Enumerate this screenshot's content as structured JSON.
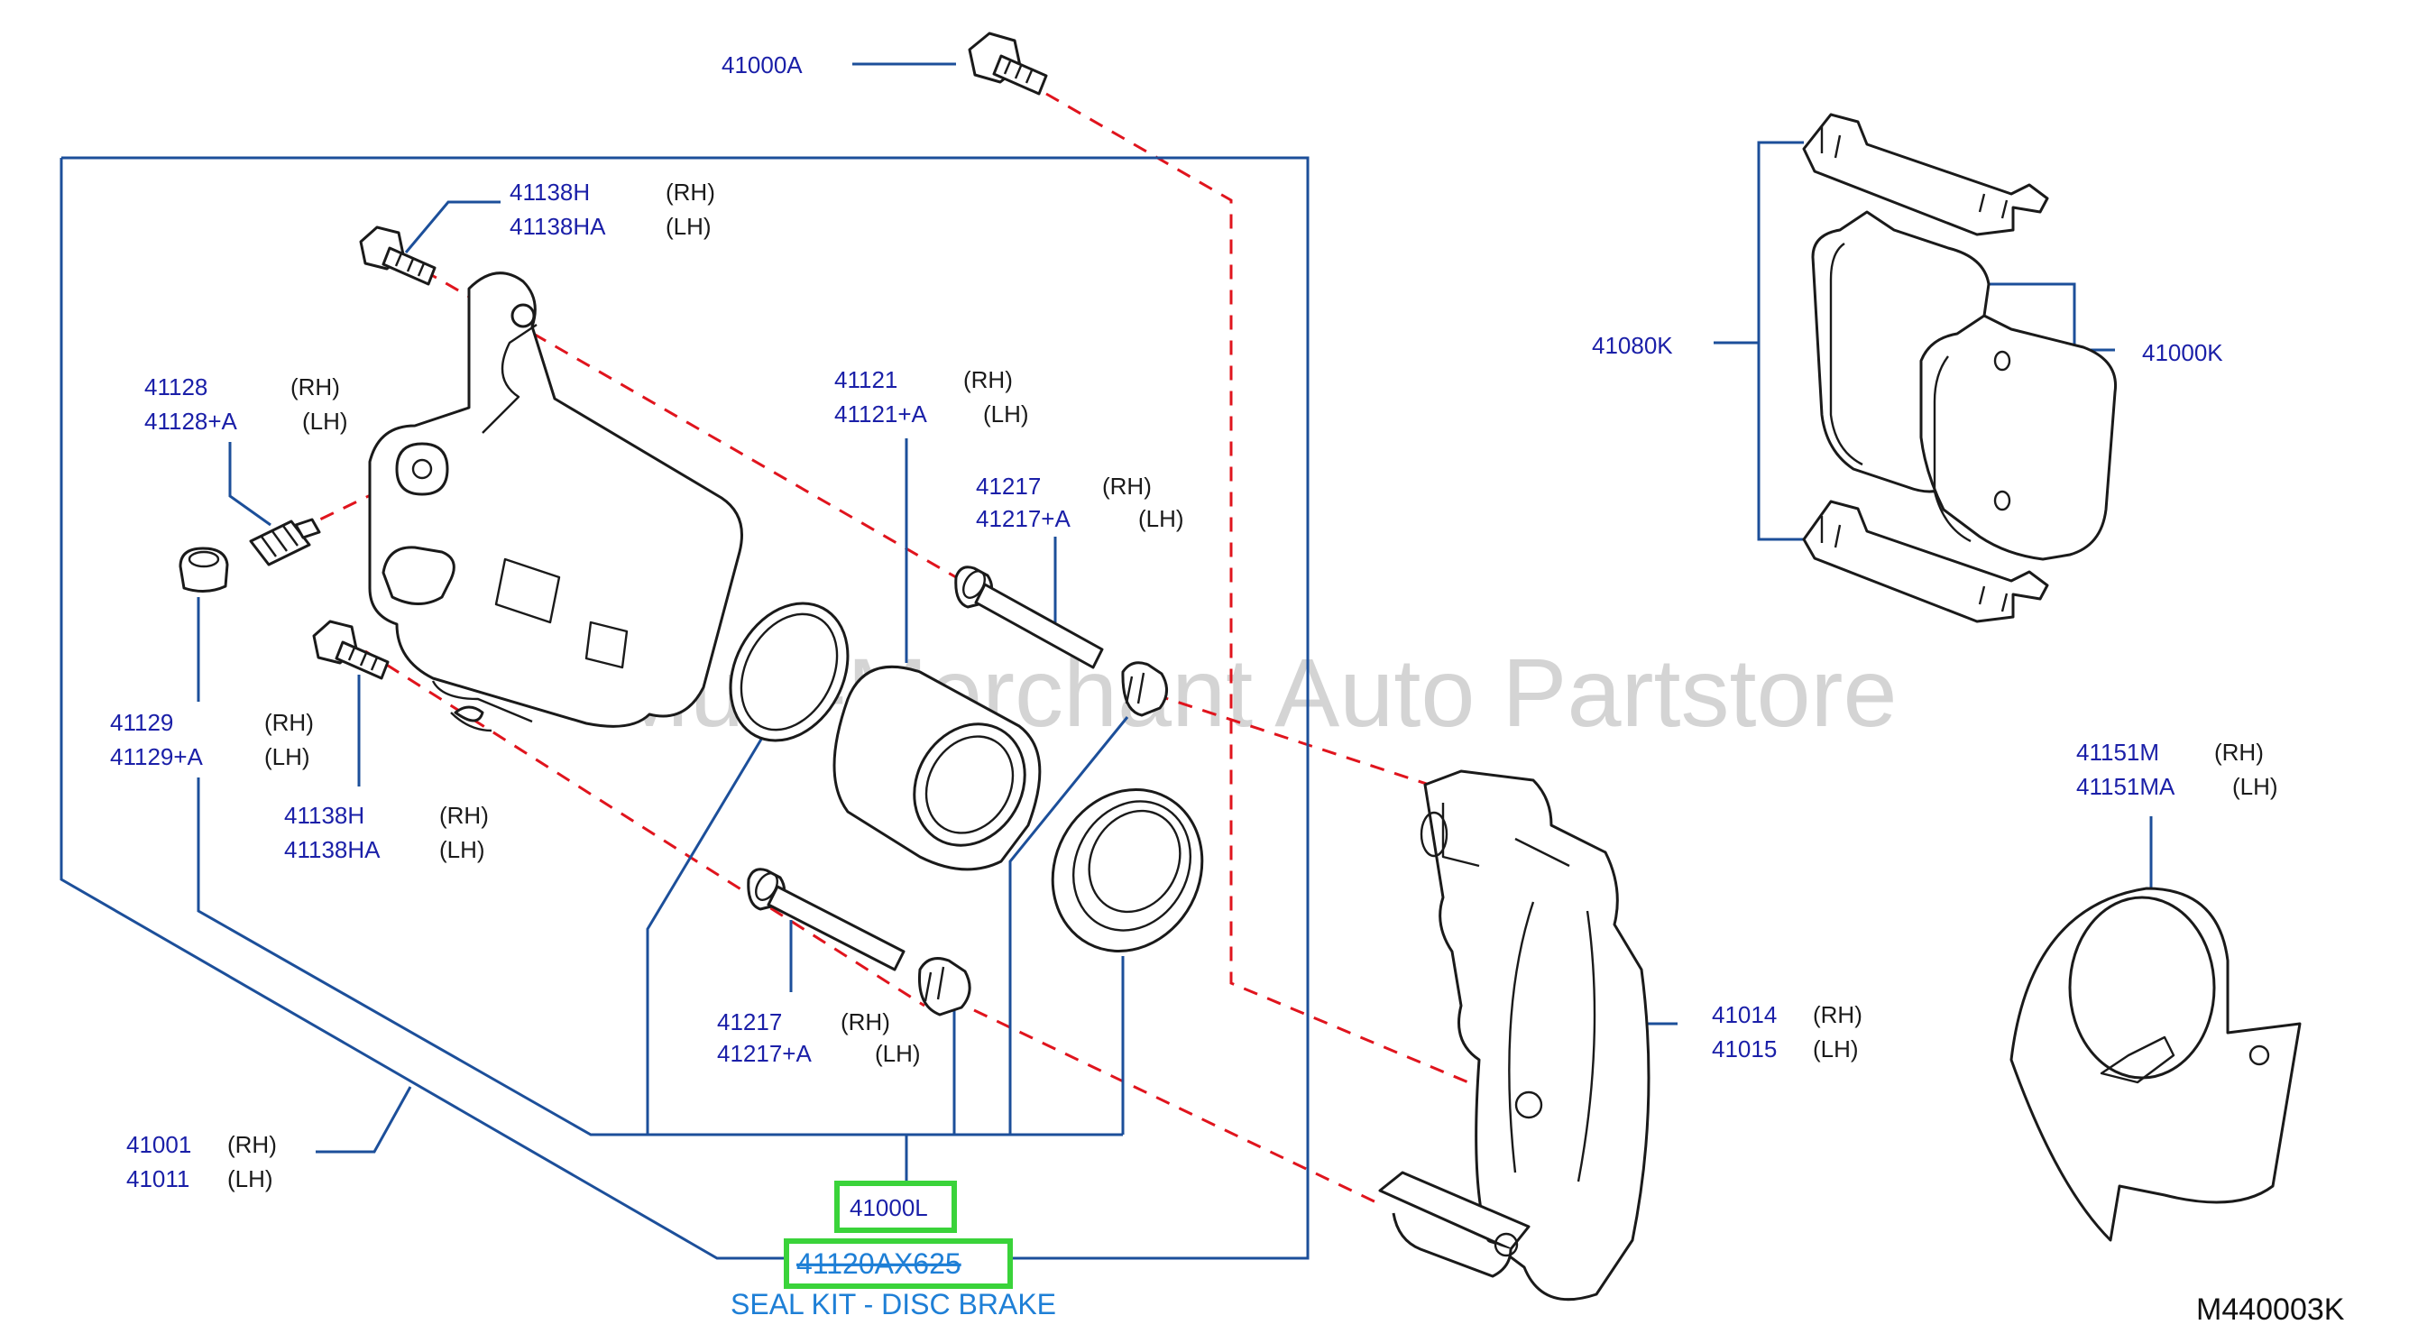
{
  "diagram_code": "M440003K",
  "watermark": "Multi-Merchant Auto Partstore",
  "callouts": {
    "c41000A": {
      "part": "41000A"
    },
    "c41138H_top": {
      "part1": "41138H",
      "side1": "(RH)",
      "part2": "41138HA",
      "side2": "(LH)"
    },
    "c41128": {
      "part1": "41128",
      "side1": "(RH)",
      "part2": "41128+A",
      "side2": "(LH)"
    },
    "c41121": {
      "part1": "41121",
      "side1": "(RH)",
      "part2": "41121+A",
      "side2": "(LH)"
    },
    "c41217_top": {
      "part1": "41217",
      "side1": "(RH)",
      "part2": "41217+A",
      "side2": "(LH)"
    },
    "c41129": {
      "part1": "41129",
      "side1": "(RH)",
      "part2": "41129+A",
      "side2": "(LH)"
    },
    "c41138H_low": {
      "part1": "41138H",
      "side1": "(RH)",
      "part2": "41138HA",
      "side2": "(LH)"
    },
    "c41217_low": {
      "part1": "41217",
      "side1": "(RH)",
      "part2": "41217+A",
      "side2": "(LH)"
    },
    "c41001": {
      "part1": "41001",
      "side1": "(RH)",
      "part2": "41011",
      "side2": "(LH)"
    },
    "c41014": {
      "part1": "41014",
      "side1": "(RH)",
      "part2": "41015",
      "side2": "(LH)"
    },
    "c41080K": {
      "part": "41080K"
    },
    "c41000K": {
      "part": "41000K"
    },
    "c41151M": {
      "part1": "41151M",
      "side1": "(RH)",
      "part2": "41151MA",
      "side2": "(LH)"
    },
    "c41000L": {
      "part": "41000L"
    },
    "c41120AX625": {
      "part": "41120AX625",
      "description": "SEAL KIT - DISC BRAKE"
    }
  },
  "colors": {
    "callout_text": "#1a1fa8",
    "leader_lines": "#1c4f9a",
    "dashed_lines": "#e0141d",
    "highlight": "#3ad33a",
    "kit_text": "#1e7fd6"
  }
}
